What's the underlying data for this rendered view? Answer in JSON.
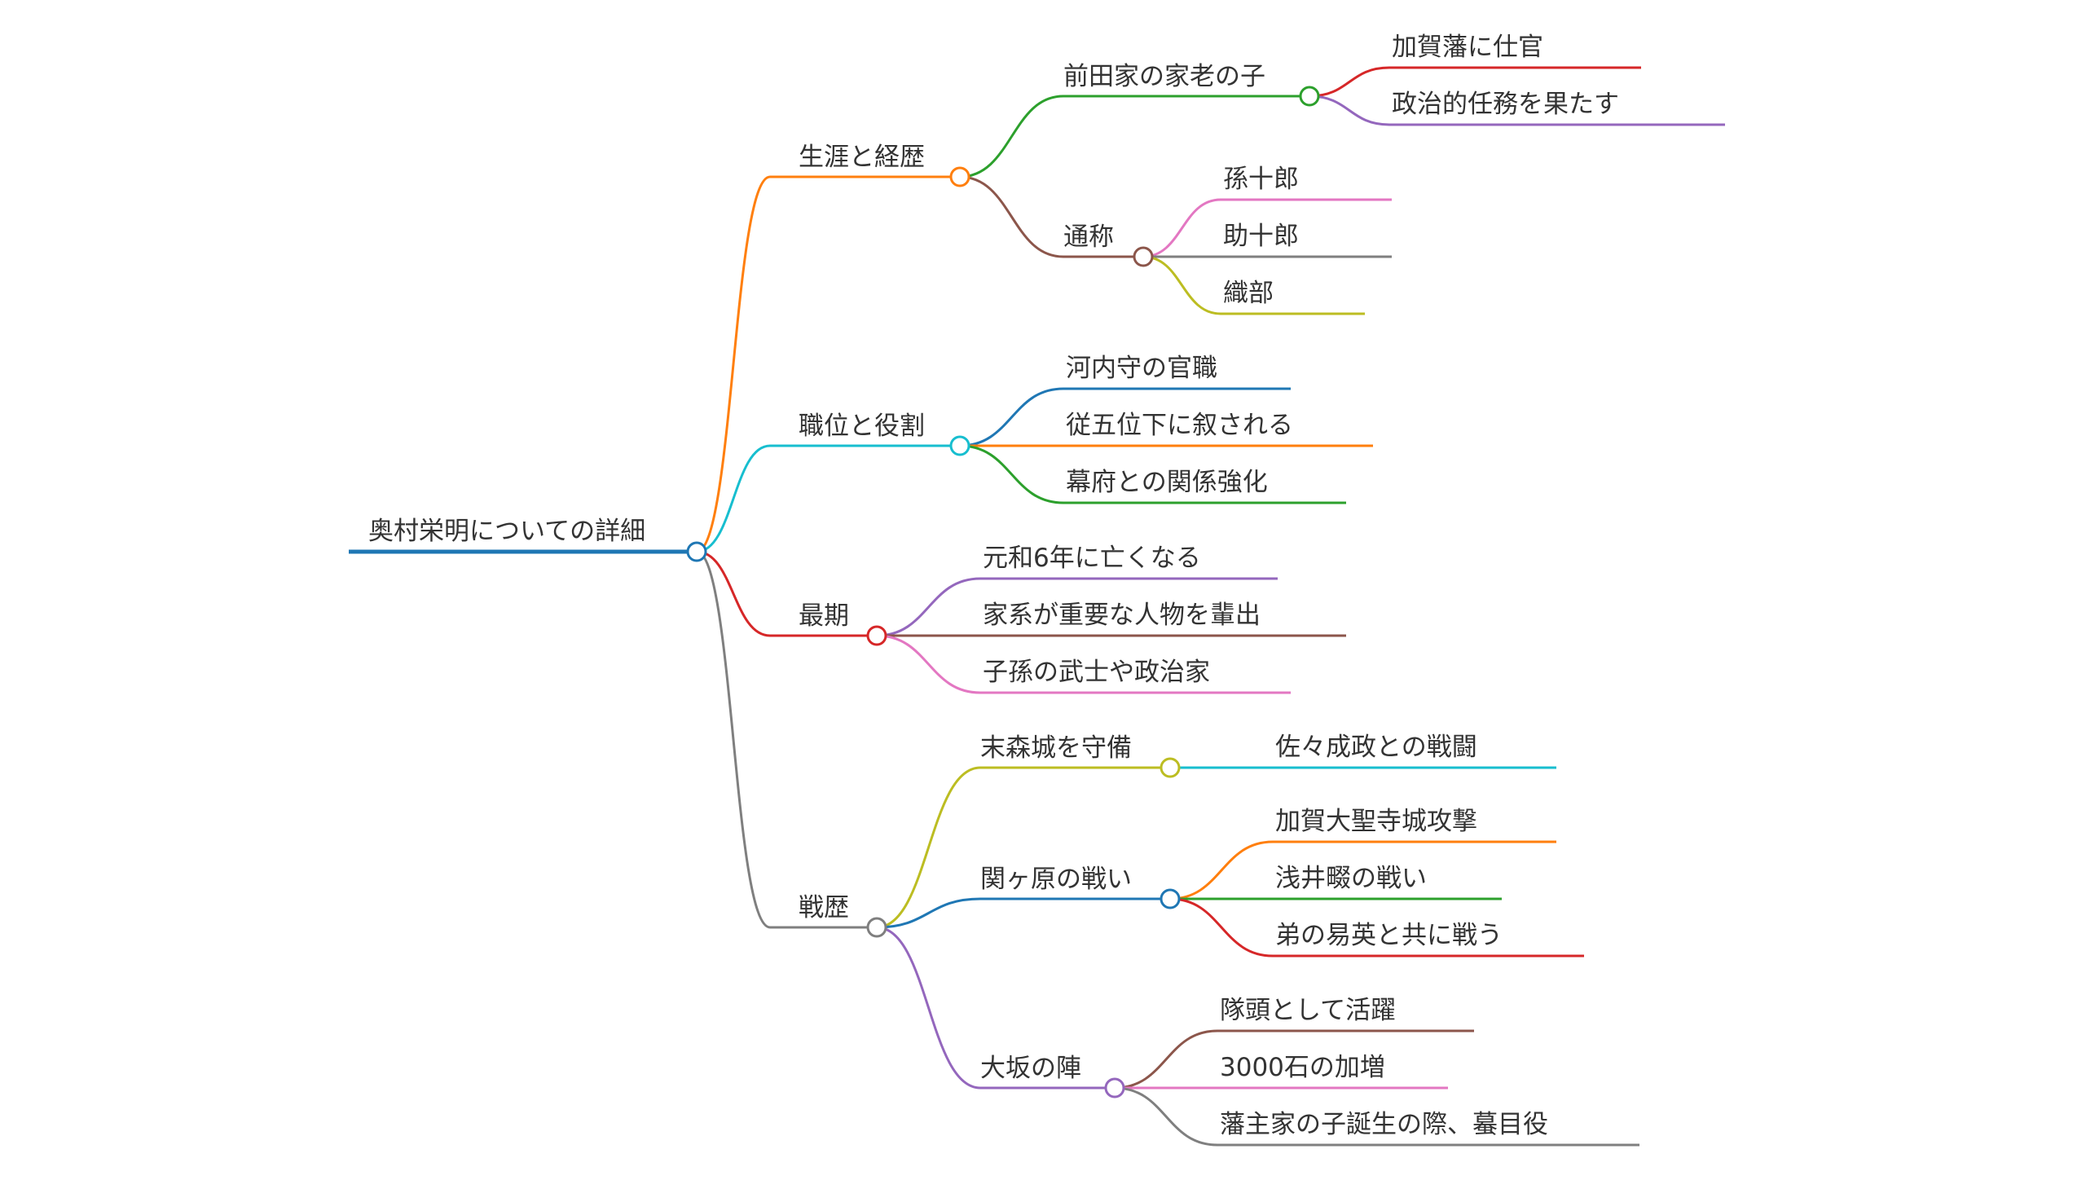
{
  "colors": {
    "root": "#1f77b4",
    "orange": "#ff7f0e",
    "green": "#2ca02c",
    "red": "#d62728",
    "purple": "#9467bd",
    "brown": "#8c564b",
    "pink": "#e377c2",
    "gray": "#7f7f7f",
    "olive": "#bcbd22",
    "cyan": "#17becf"
  },
  "mindmap": {
    "root": {
      "label": "奥村栄明についての詳細"
    },
    "branches": [
      {
        "label": "生涯と経歴",
        "children": [
          {
            "label": "前田家の家老の子",
            "children": [
              {
                "label": "加賀藩に仕官"
              },
              {
                "label": "政治的任務を果たす"
              }
            ]
          },
          {
            "label": "通称",
            "children": [
              {
                "label": "孫十郎"
              },
              {
                "label": "助十郎"
              },
              {
                "label": "織部"
              }
            ]
          }
        ]
      },
      {
        "label": "職位と役割",
        "children": [
          {
            "label": "河内守の官職"
          },
          {
            "label": "従五位下に叙される"
          },
          {
            "label": "幕府との関係強化"
          }
        ]
      },
      {
        "label": "最期",
        "children": [
          {
            "label": "元和6年に亡くなる"
          },
          {
            "label": "家系が重要な人物を輩出"
          },
          {
            "label": "子孫の武士や政治家"
          }
        ]
      },
      {
        "label": "戦歴",
        "children": [
          {
            "label": "末森城を守備",
            "children": [
              {
                "label": "佐々成政との戦闘"
              }
            ]
          },
          {
            "label": "関ヶ原の戦い",
            "children": [
              {
                "label": "加賀大聖寺城攻撃"
              },
              {
                "label": "浅井畷の戦い"
              },
              {
                "label": "弟の易英と共に戦う"
              }
            ]
          },
          {
            "label": "大坂の陣",
            "children": [
              {
                "label": "隊頭として活躍"
              },
              {
                "label": "3000石の加増"
              },
              {
                "label": "藩主家の子誕生の際、蟇目役"
              }
            ]
          }
        ]
      }
    ]
  }
}
